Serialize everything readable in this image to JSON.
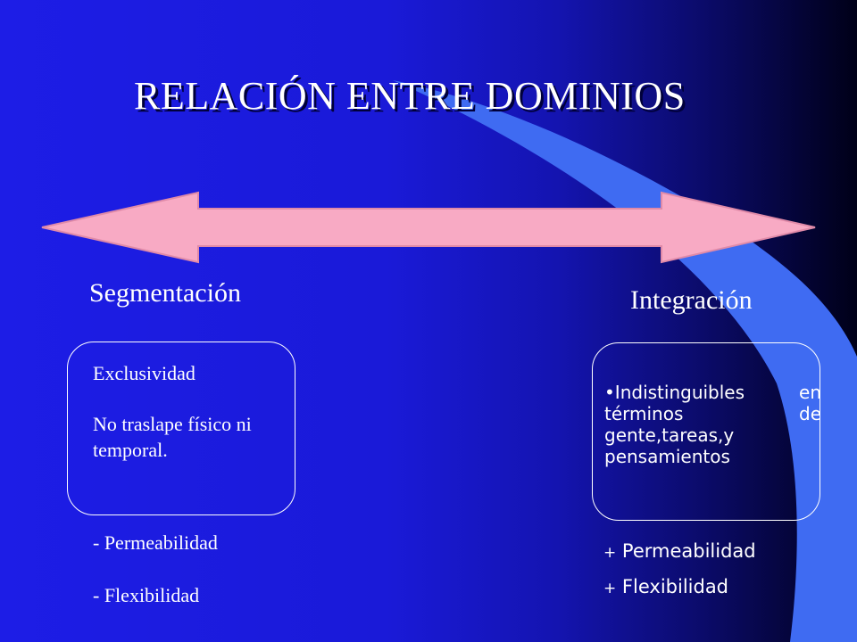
{
  "slide": {
    "title": "RELACIÓN ENTRE DOMINIOS",
    "colors": {
      "background_left": "#1d1de6",
      "background_right": "#000018",
      "swoosh": "#3f6bf2",
      "arrow_fill": "#f8aac4",
      "arrow_stroke": "#e08aa8",
      "text": "#ffffff"
    },
    "left": {
      "label": "Segmentación",
      "box_line1": "Exclusividad",
      "box_line2": "No traslape físico ni temporal.",
      "item1": "- Permeabilidad",
      "item2": "- Flexibilidad"
    },
    "right": {
      "label": "Integración",
      "box_text": "•Indistinguibles en términos de gente,tareas,y pensamientos",
      "item1_sign": "+",
      "item1_text": " Permeabilidad",
      "item2_sign": "+",
      "item2_text": " Flexibilidad"
    }
  }
}
